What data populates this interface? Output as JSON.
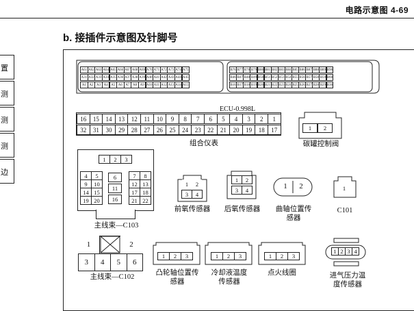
{
  "header": {
    "title": "电路示意图 4-69"
  },
  "section": {
    "title": "b. 接插件示意图及针脚号"
  },
  "side_tabs": [
    "置",
    "测",
    "测",
    "测",
    "边"
  ],
  "ecu": {
    "label": "ECU-0.998L",
    "left_rows": [
      [
        "A61",
        "A62",
        "A63",
        "A64",
        "A65",
        "A66",
        "A67",
        "A68",
        "A69",
        "A70",
        "A71",
        "A72",
        "A73",
        "A74",
        "A75"
      ],
      [
        "A31",
        "A32",
        "A33",
        "A34",
        "A35",
        "A36",
        "A37",
        "A38",
        "A39",
        "A40",
        "A41",
        "A42",
        "A43",
        "A44",
        "A45"
      ],
      [
        "A1",
        "A2",
        "A3",
        "A4",
        "A5",
        "A6",
        "A7",
        "A8",
        "A9",
        "A10",
        "A11",
        "A12",
        "A13",
        "A14",
        "A15"
      ]
    ],
    "right_rows": [
      [
        "B76",
        "B77",
        "B78",
        "B79",
        "B80",
        "B81",
        "B82",
        "B83",
        "B84",
        "B85",
        "B86",
        "B87",
        "B88",
        "B89",
        "B90"
      ],
      [
        "B46",
        "B47",
        "B48",
        "B49",
        "B50",
        "B51",
        "B52",
        "B53",
        "B54",
        "B55",
        "B56",
        "B57",
        "B58",
        "B59",
        "B60"
      ],
      [
        "B16",
        "B17",
        "B18",
        "B19",
        "B20",
        "B21",
        "B22",
        "B23",
        "B24",
        "B25",
        "B26",
        "B27",
        "B28",
        "B29",
        "B30"
      ]
    ]
  },
  "cluster": {
    "label": "组合仪表",
    "top": [
      "16",
      "15",
      "14",
      "13",
      "12",
      "11",
      "10",
      "9",
      "8",
      "7",
      "6",
      "5",
      "4",
      "3",
      "2",
      "1"
    ],
    "bottom": [
      "32",
      "31",
      "30",
      "29",
      "28",
      "27",
      "26",
      "25",
      "24",
      "23",
      "22",
      "21",
      "20",
      "19",
      "18",
      "17"
    ]
  },
  "canister": {
    "label": "碳罐控制阀",
    "pins": [
      "1",
      "2"
    ]
  },
  "c103": {
    "label": "主线束—C103",
    "top": [
      "1",
      "2",
      "3"
    ],
    "left": [
      [
        "4",
        "5"
      ],
      [
        "9",
        "10"
      ],
      [
        "14",
        "15"
      ],
      [
        "19",
        "20"
      ]
    ],
    "mid": [
      "6",
      "11",
      "16"
    ],
    "right": [
      [
        "7",
        "8"
      ],
      [
        "12",
        "13"
      ],
      [
        "17",
        "18"
      ],
      [
        "21",
        "22"
      ]
    ]
  },
  "front_o2": {
    "label": "前氧传感器",
    "pins": [
      "1",
      "2",
      "3",
      "4"
    ]
  },
  "rear_o2": {
    "label": "后氧传感器",
    "pins": [
      "1",
      "2",
      "3",
      "4"
    ]
  },
  "crank": {
    "label1": "曲轴位置传",
    "label2": "感器",
    "pins": [
      "1",
      "2"
    ]
  },
  "c101": {
    "label": "C101",
    "pins": [
      "1"
    ]
  },
  "c102": {
    "label": "主线束—C102",
    "pins": [
      "1",
      "2",
      "3",
      "4",
      "5",
      "6"
    ]
  },
  "cam": {
    "label1": "凸轮轴位置传",
    "label2": "感器",
    "pins": [
      "1",
      "2",
      "3"
    ]
  },
  "coolant": {
    "label1": "冷却液温度",
    "label2": "传感器",
    "pins": [
      "1",
      "2",
      "3"
    ]
  },
  "ignition": {
    "label": "点火线圈",
    "pins": [
      "1",
      "2",
      "3"
    ]
  },
  "map": {
    "label1": "进气压力温",
    "label2": "度传感器",
    "pins": [
      "1",
      "2",
      "3",
      "4"
    ]
  }
}
